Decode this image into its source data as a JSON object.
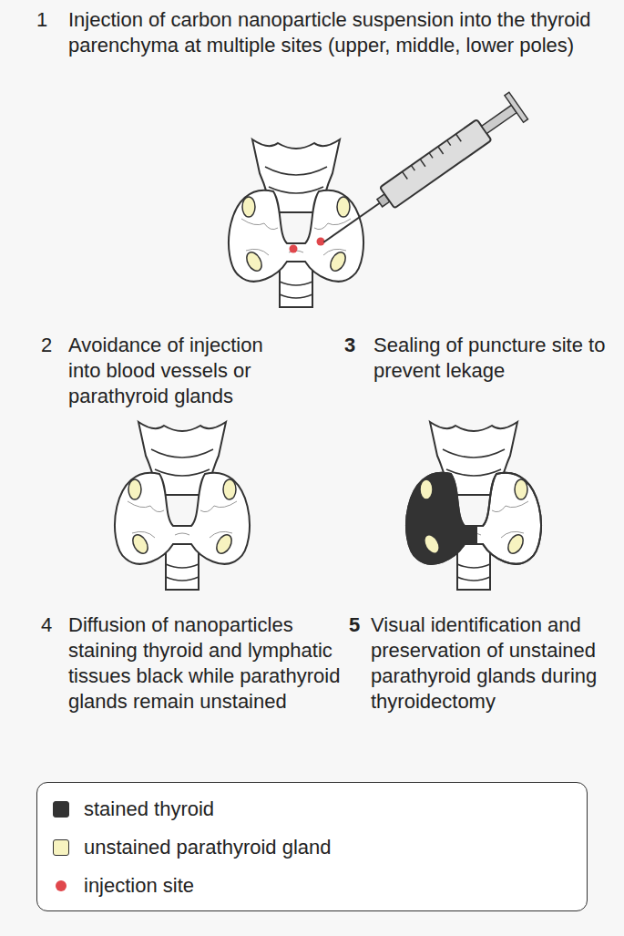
{
  "diagram": {
    "labels": [
      "1",
      "Injection of carbon nanoparticle suspension into the thyroid parenchyma at multiple sites (upper, middle, lower poles)",
      "2",
      "Avoidance of injection into blood vessels or parathyroid glands",
      "3",
      "Sealing of puncture site to prevent lekage",
      "4",
      "Diffusion of nanoparticles staining thyroid and lymphatic tissues black while parathyroid glands remain unstained",
      "5",
      "Visual identification and preservation of unstained parathyroid glands during thyroidectomy"
    ],
    "legend": [
      {
        "text": "stained thyroid",
        "color": "#333333"
      },
      {
        "text": "unstained parathyroid gland",
        "color": "#f7f3c0"
      },
      {
        "text": "injection site",
        "color": "#e0474c"
      }
    ]
  }
}
